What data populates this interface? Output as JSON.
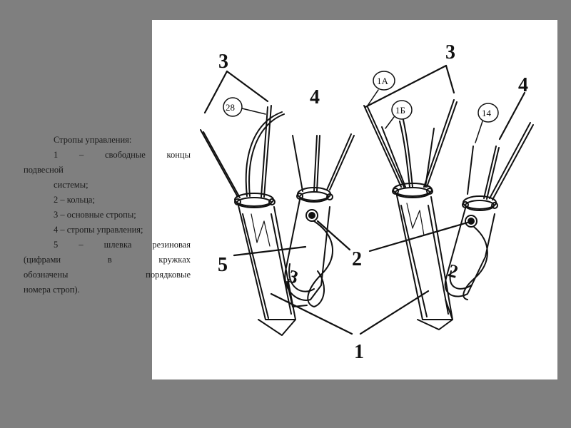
{
  "legend": {
    "title": "Стропы управления:",
    "item1_a": "1 – свободные концы",
    "item1_b": "подвесной",
    "item1_c": "системы;",
    "item2": "2 – кольца;",
    "item3": "3 – основные стропы;",
    "item4": "4 – стропы управления;",
    "item5_a": "5 – шлевка резиновая",
    "item5_b": "(цифрами в кружках",
    "item5_c": "обозначены порядковые",
    "item5_d": "номера строп)."
  },
  "labels": {
    "n3_left": "3",
    "n3_right": "3",
    "n4_left": "4",
    "n4_right": "4",
    "n5": "5",
    "n2": "2",
    "n1": "1"
  },
  "circled": {
    "c28": "28",
    "c1a": "1А",
    "c1b": "1Б",
    "c14": "14"
  },
  "strap_marks": {
    "left": "3",
    "right": "2"
  },
  "colors": {
    "background": "#7f7f7f",
    "panel": "#ffffff",
    "ink": "#111111"
  }
}
